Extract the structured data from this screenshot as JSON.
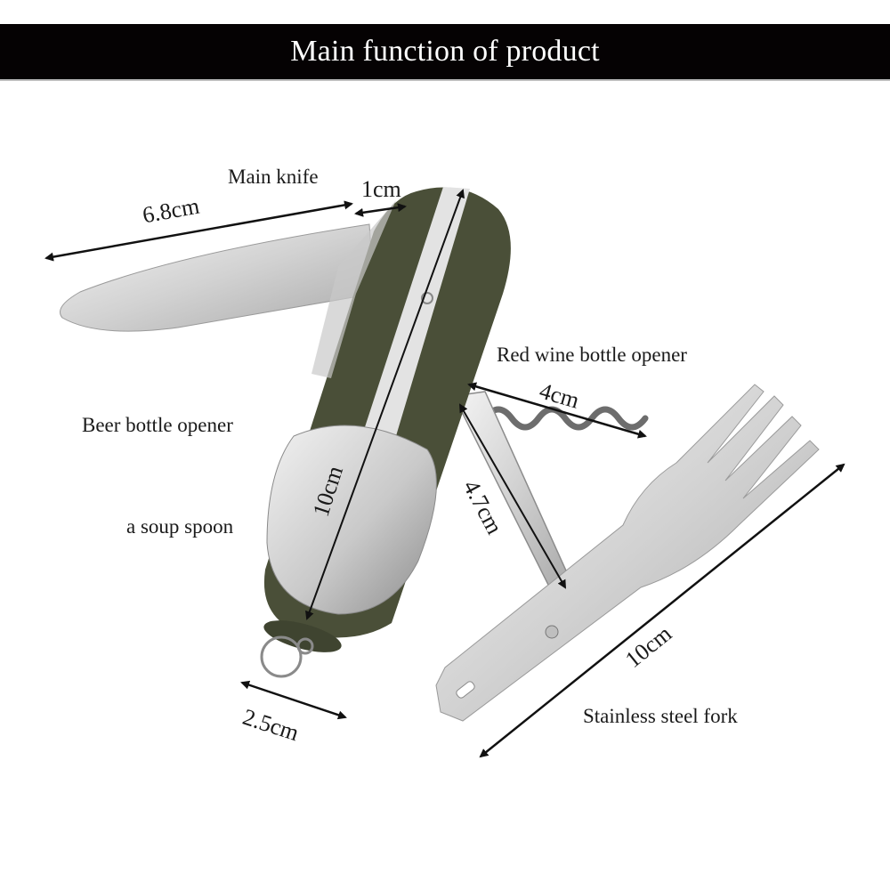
{
  "header": {
    "title": "Main function of product"
  },
  "labels": {
    "main_knife": "Main knife",
    "red_wine_opener": "Red wine bottle opener",
    "beer_opener": "Beer bottle opener",
    "soup_spoon": "a soup spoon",
    "fork": "Stainless steel fork"
  },
  "dimensions": {
    "knife_length": "6.8cm",
    "knife_width": "1cm",
    "corkscrew_length": "4cm",
    "opener_length": "4.7cm",
    "body_length": "10cm",
    "fork_length": "10cm",
    "ring_width": "2.5cm"
  },
  "colors": {
    "banner_bg": "#050203",
    "banner_text": "#ffffff",
    "handle_green": "#4a4f38",
    "steel": "#d6d6d6",
    "label_text": "#1a1a1a"
  }
}
